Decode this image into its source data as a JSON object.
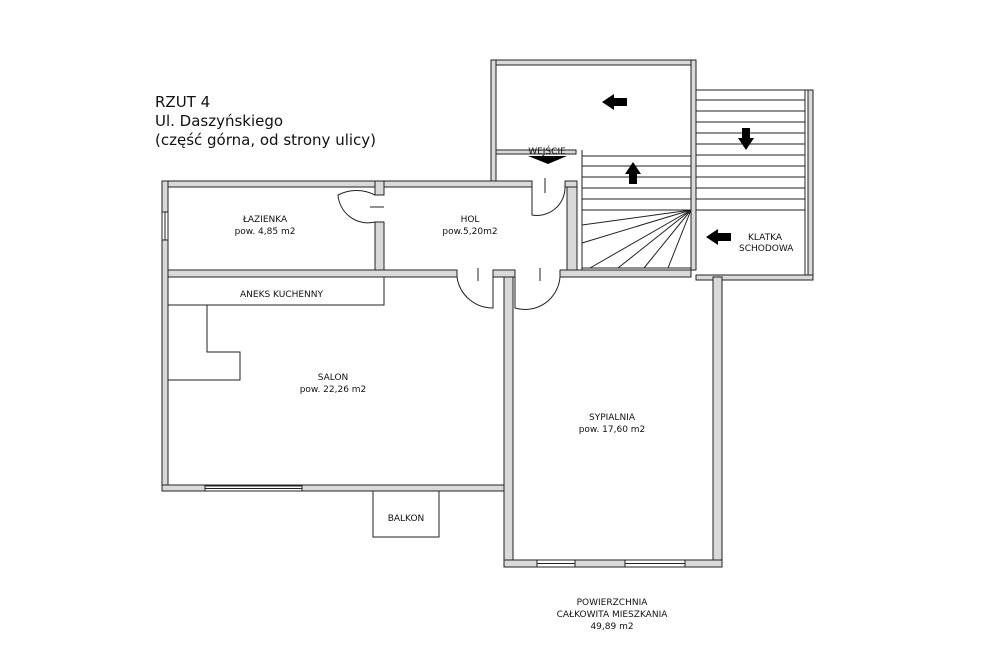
{
  "header": {
    "line1": "RZUT 4",
    "line2": "Ul. Daszyńskiego",
    "line3": "(część górna, od strony ulicy)"
  },
  "rooms": {
    "lazienka": {
      "name": "ŁAZIENKA",
      "area": "pow. 4,85 m2"
    },
    "hol": {
      "name": "HOL",
      "area": "pow.5,20m2"
    },
    "aneks": {
      "name": "ANEKS KUCHENNY"
    },
    "salon": {
      "name": "SALON",
      "area": "pow. 22,26 m2"
    },
    "sypialnia": {
      "name": "SYPIALNIA",
      "area": "pow. 17,60 m2"
    },
    "balkon": {
      "name": "BALKON"
    },
    "wejscie": {
      "name": "WEJŚCIE"
    },
    "klatka": {
      "line1": "KLATKA",
      "line2": "SCHODOWA"
    }
  },
  "summary": {
    "line1": "POWIERZCHNIA",
    "line2": "CAŁKOWITA MIESZKANIA",
    "line3": "49,89 m2"
  },
  "colors": {
    "wall_fill": "#d9d9d9",
    "line": "#222222",
    "background": "#ffffff"
  }
}
